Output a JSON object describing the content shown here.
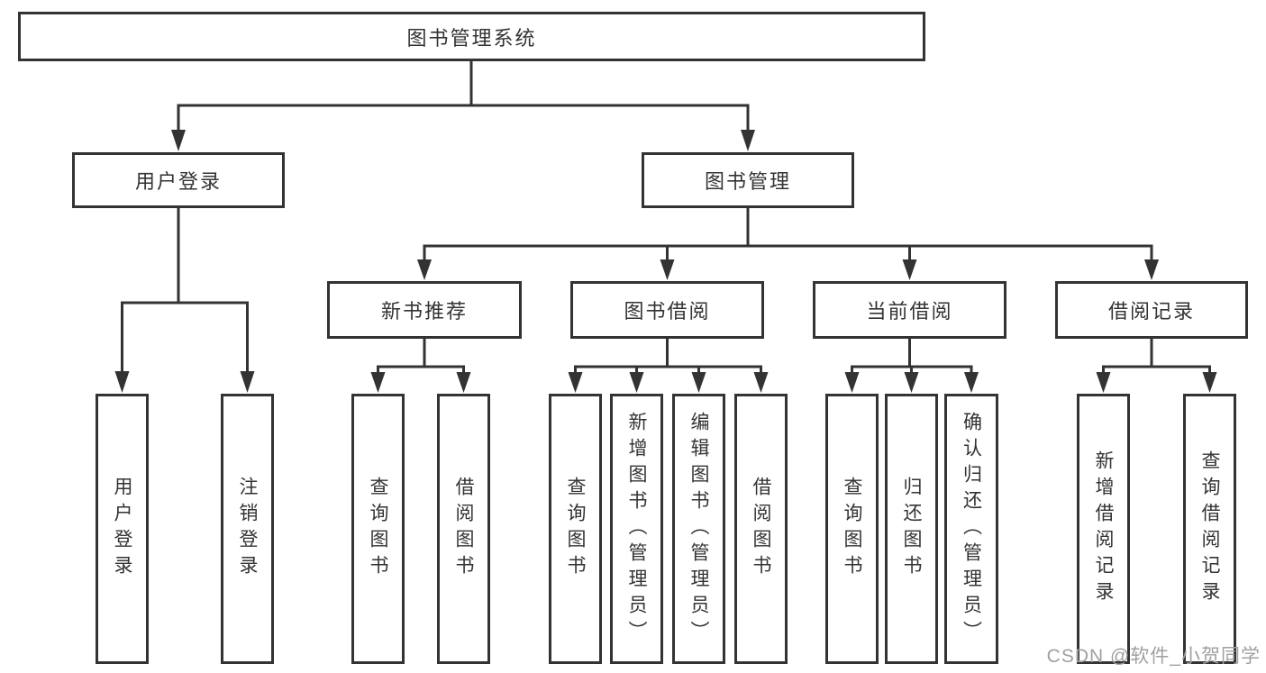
{
  "colors": {
    "line": "#333333",
    "box_border": "#333333",
    "box_fill": "#ffffff",
    "text": "#333333",
    "watermark": "#a0a0a0",
    "background": "#ffffff"
  },
  "tree": {
    "root": {
      "label": "图书管理系统"
    },
    "branches": [
      {
        "label": "用户登录",
        "children": [
          {
            "label": "用户登录"
          },
          {
            "label": "注销登录"
          }
        ]
      },
      {
        "label": "图书管理",
        "groups": [
          {
            "label": "新书推荐",
            "children": [
              {
                "label": "查询图书"
              },
              {
                "label": "借阅图书"
              }
            ]
          },
          {
            "label": "图书借阅",
            "children": [
              {
                "label": "查询图书"
              },
              {
                "label": "新增图书（管理员）"
              },
              {
                "label": "编辑图书（管理员）"
              },
              {
                "label": "借阅图书"
              }
            ]
          },
          {
            "label": "当前借阅",
            "children": [
              {
                "label": "查询图书"
              },
              {
                "label": "归还图书"
              },
              {
                "label": "确认归还（管理员）"
              }
            ]
          },
          {
            "label": "借阅记录",
            "children": [
              {
                "label": "新增借阅记录"
              },
              {
                "label": "查询借阅记录"
              }
            ]
          }
        ]
      }
    ]
  },
  "watermark": {
    "text": "CSDN @软件_小贺同学"
  }
}
